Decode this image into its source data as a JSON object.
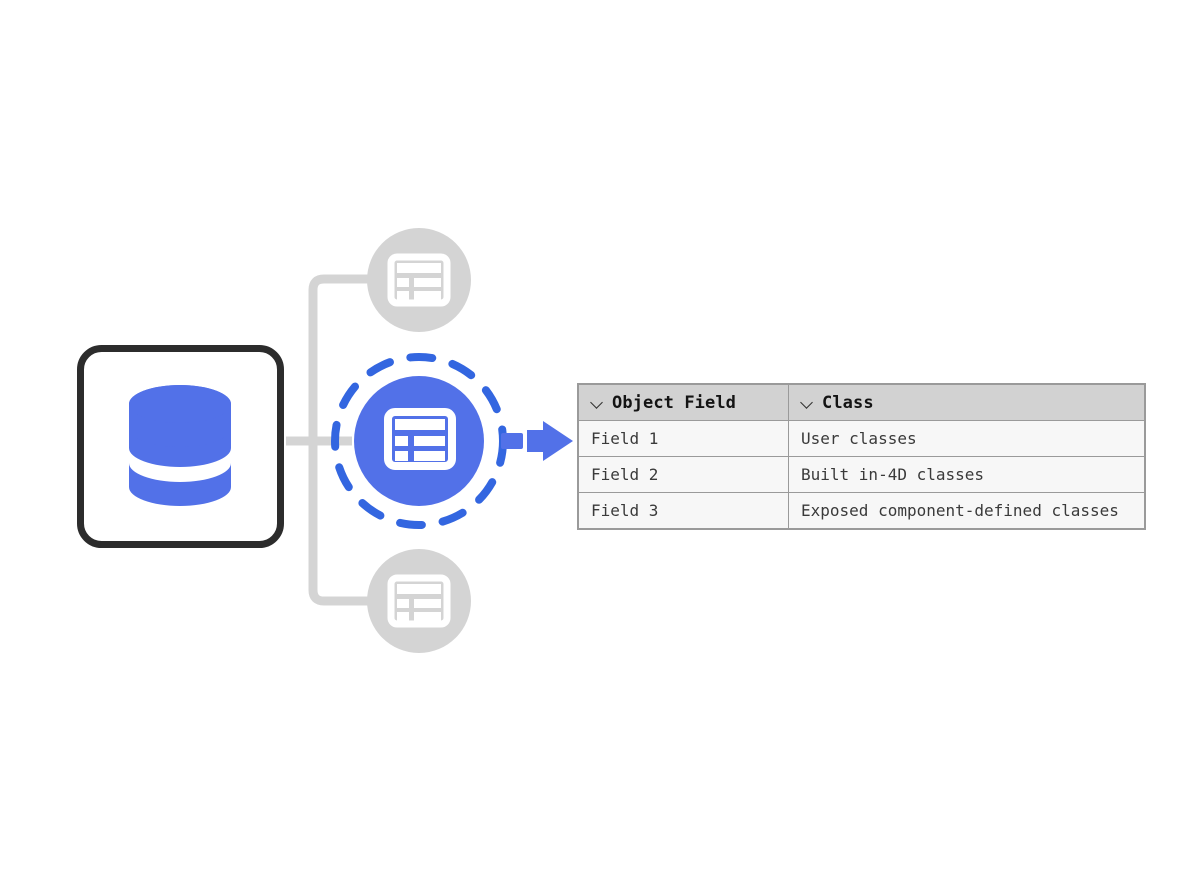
{
  "diagram": {
    "title": "object-field-class-mapping",
    "colors": {
      "accent_blue": "#5271E8",
      "node_gray": "#d4d4d4",
      "connector_gray": "#d4d4d4",
      "box_border_dark": "#2c2c2c",
      "table_header_bg": "#d2d2d2",
      "table_row_bg": "#f7f7f7",
      "table_border": "#9a9a9a"
    },
    "nodes": [
      {
        "id": "database",
        "icon": "database-icon",
        "shape": "rounded-square-outline"
      },
      {
        "id": "field-top",
        "icon": "table-icon",
        "shape": "circle",
        "state": "inactive"
      },
      {
        "id": "field-selected",
        "icon": "table-icon",
        "shape": "circle",
        "state": "selected"
      },
      {
        "id": "field-bottom",
        "icon": "table-icon",
        "shape": "circle",
        "state": "inactive"
      }
    ],
    "arrow": {
      "icon": "arrow-right-icon",
      "color": "#5271E8"
    }
  },
  "table": {
    "columns": [
      {
        "key": "field",
        "label": "Object Field",
        "sort_icon": "chevron-down-icon"
      },
      {
        "key": "class",
        "label": "Class",
        "sort_icon": "chevron-down-icon"
      }
    ],
    "rows": [
      {
        "field": "Field 1",
        "class": "User classes"
      },
      {
        "field": "Field 2",
        "class": "Built in-4D classes"
      },
      {
        "field": "Field 3",
        "class": "Exposed component-defined classes"
      }
    ]
  }
}
